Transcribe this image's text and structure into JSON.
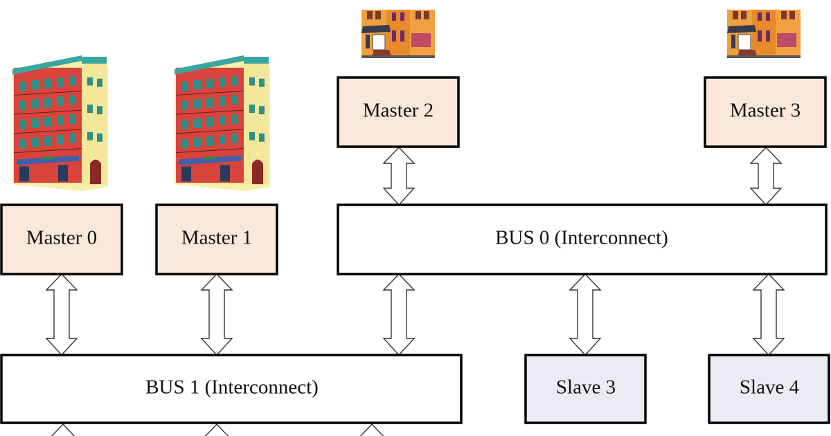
{
  "colors": {
    "master_fill": "#fbe8da",
    "slave_fill": "#eceaf2",
    "bus_fill": "#ffffff",
    "border": "#000000"
  },
  "icons": {
    "building": "apartment-building-icon"
  },
  "blocks": {
    "master0": "Master 0",
    "master1": "Master 1",
    "master2": "Master 2",
    "master3": "Master 3",
    "bus0": "BUS 0 (Interconnect)",
    "bus1": "BUS 1 (Interconnect)",
    "slave3": "Slave 3",
    "slave4": "Slave 4"
  }
}
